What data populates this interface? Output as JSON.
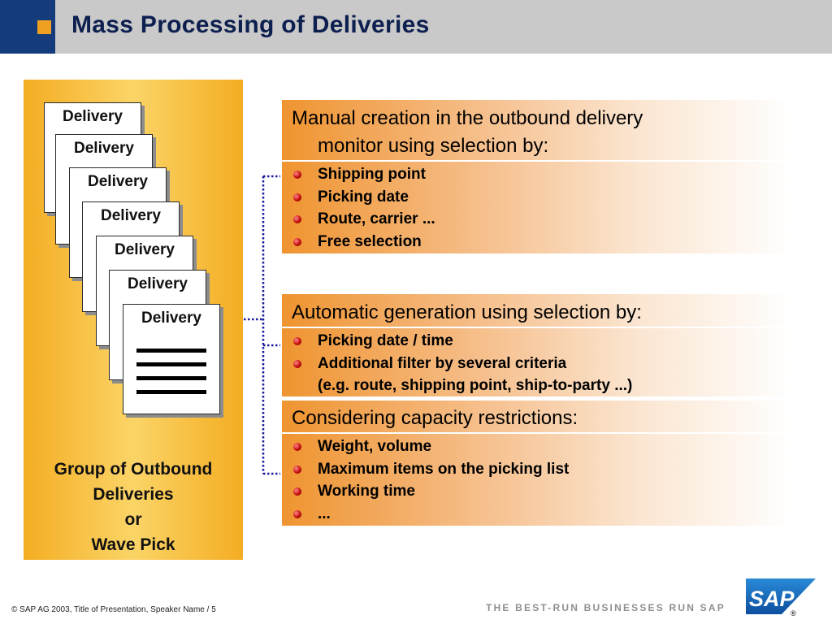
{
  "header": {
    "title": "Mass Processing of Deliveries"
  },
  "left_panel": {
    "documents": [
      "Delivery",
      "Delivery",
      "Delivery",
      "Delivery",
      "Delivery",
      "Delivery",
      "Delivery"
    ],
    "caption": {
      "line1": "Group of Outbound",
      "line2": "Deliveries",
      "line3": "or",
      "line4": "Wave Pick"
    }
  },
  "boxes": [
    {
      "heading_line1": "Manual creation in the outbound delivery",
      "heading_line2": "monitor using selection by:",
      "items": [
        "Shipping point",
        "Picking date",
        "Route, carrier ...",
        "Free selection"
      ]
    },
    {
      "heading_line1": "Automatic generation using selection by:",
      "items": [
        "Picking date / time",
        "Additional filter by several criteria"
      ],
      "sub_text": "(e.g. route, shipping point, ship-to-party ...)"
    },
    {
      "heading_line1": "Considering capacity restrictions:",
      "items": [
        "Weight, volume",
        "Maximum items on the picking list",
        "Working time",
        "..."
      ]
    }
  ],
  "footer": {
    "copyright": "©  SAP AG 2003, Title of Presentation, Speaker Name / 5",
    "tagline": "THE BEST-RUN BUSINESSES RUN SAP",
    "logo_text": "SAP",
    "registered_mark": "®"
  },
  "colors": {
    "header_band": "#c9c9c9",
    "header_blue": "#143c7c",
    "accent_orange": "#f0a020",
    "title_text": "#0d1f4f",
    "connector_blue": "#1a1a9a",
    "bullet_red": "#c40d0d",
    "sap_blue": "#1560b0"
  }
}
